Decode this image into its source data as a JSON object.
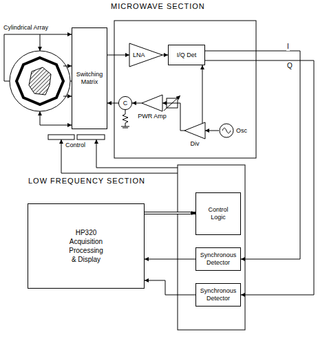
{
  "diagram": {
    "title": "MICROWAVE SECTION",
    "nodes": [
      {
        "text": [
          "Switching Matrix"
        ]
      },
      {
        "text": [
          "LNA"
        ]
      },
      {
        "text": [
          "I/Q Det"
        ]
      },
      {
        "text": [
          "Osc"
        ]
      },
      {
        "text": [
          "Div"
        ]
      },
      {
        "text": [
          "PWR Amp"
        ]
      },
      {
        "text": [
          "C"
        ]
      },
      {
        "text": [
          "HP320 Acquisition Processing & Display"
        ]
      },
      {
        "text": [
          "Control Logic"
        ]
      },
      {
        "text": [
          "Synchronous Detector"
        ]
      },
      {
        "text": [
          "Synchronous Detector"
        ]
      }
    ],
    "edges": [
      {
        "from": 0,
        "to": 1,
        "arrow": "to"
      },
      {
        "from": 1,
        "to": 2,
        "arrow": "to"
      },
      {
        "from": 3,
        "to": 4,
        "arrow": "to"
      },
      {
        "from": 4,
        "to": 2,
        "arrow": "to"
      },
      {
        "from": 4,
        "to": 5,
        "arrow": "to"
      },
      {
        "from": 5,
        "to": 6,
        "arrow": "to"
      },
      {
        "from": 6,
        "to": 0,
        "arrow": "to"
      },
      {
        "from": 7,
        "to": 8,
        "arrow": "to"
      },
      {
        "from": 9,
        "to": 7,
        "arrow": "to"
      },
      {
        "from": 10,
        "to": 7,
        "arrow": "to"
      },
      {
        "from": 2,
        "to": 9,
        "label": "I",
        "arrow": "to"
      },
      {
        "from": 2,
        "to": 10,
        "label": "Q",
        "arrow": "to"
      }
    ],
    "labels": [
      "Cylindrical Array",
      "Control",
      "LOW FREQUENCY SECTION"
    ]
  }
}
